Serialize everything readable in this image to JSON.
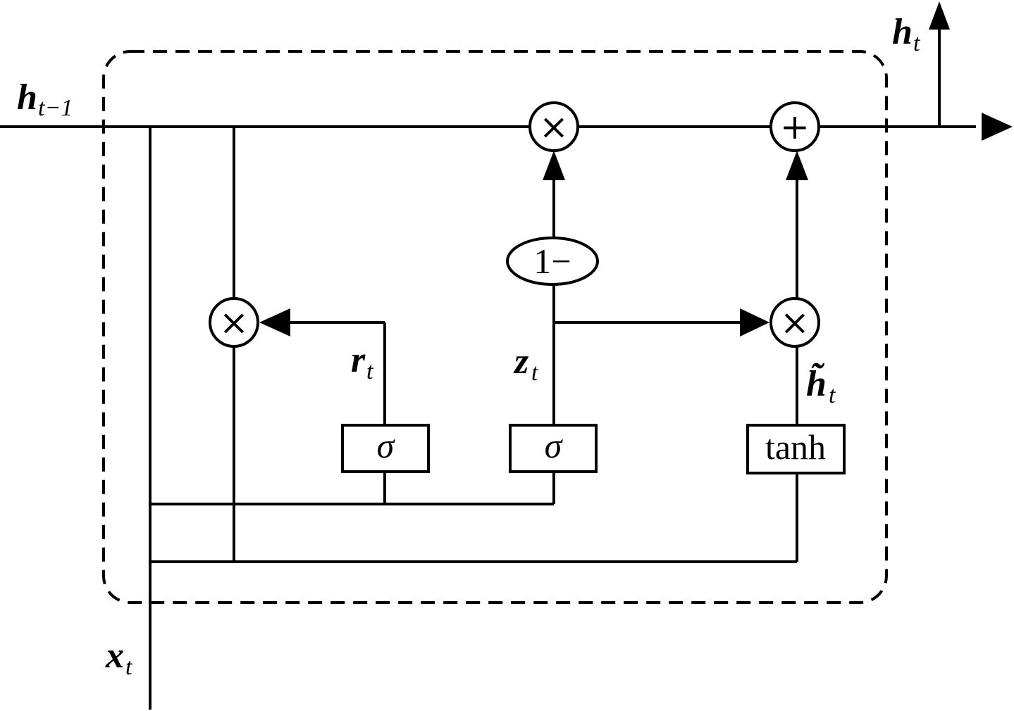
{
  "labels": {
    "h_prev": "h",
    "h_prev_sub": "t−1",
    "h_out": "h",
    "h_out_sub": "t",
    "x_in": "x",
    "x_in_sub": "t",
    "r_gate": "r",
    "r_gate_sub": "t",
    "z_gate": "z",
    "z_gate_sub": "t",
    "h_cand": "h̃",
    "h_cand_sub": "t"
  },
  "operators": {
    "multiply": "×",
    "add": "+",
    "one_minus": "1−"
  },
  "boxes": {
    "reset_sigma": "σ",
    "update_sigma": "σ",
    "candidate_tanh": "tanh"
  }
}
